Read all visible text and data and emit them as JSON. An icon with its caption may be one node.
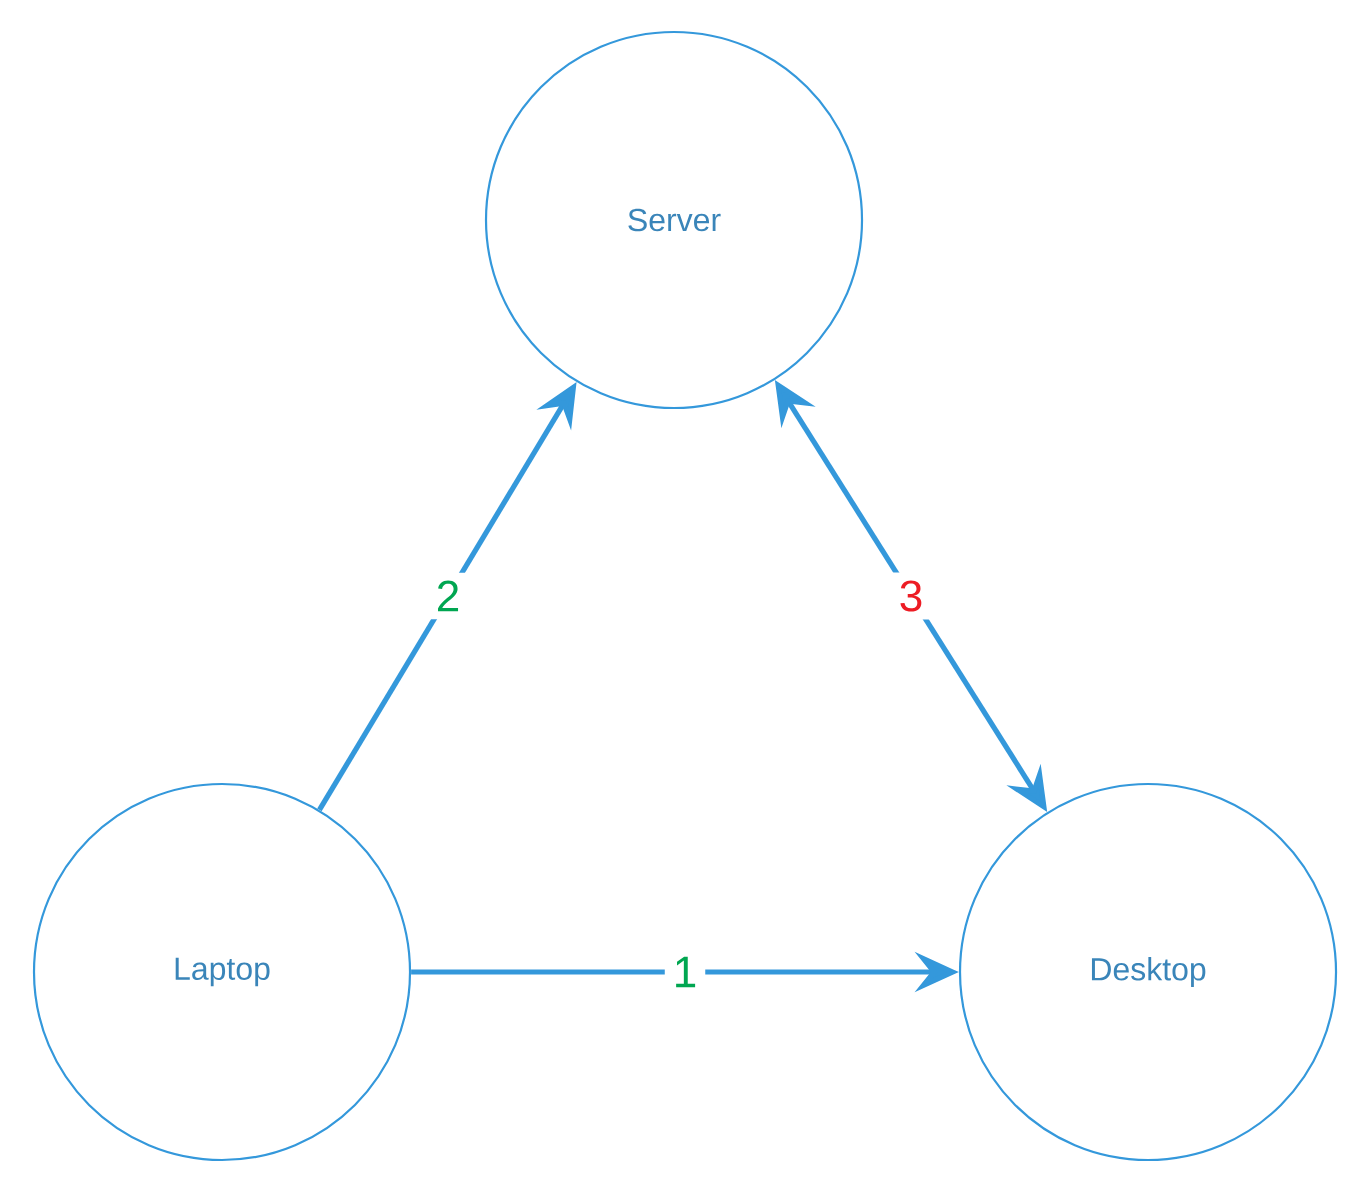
{
  "diagram": {
    "nodes": [
      {
        "text": [
          "Server"
        ]
      },
      {
        "text": [
          "Laptop"
        ]
      },
      {
        "text": [
          "Desktop"
        ]
      }
    ],
    "edges": [
      {
        "from": 1,
        "to": 2,
        "arrow": "to",
        "label": "1"
      },
      {
        "from": 1,
        "to": 0,
        "arrow": "to",
        "label": "2"
      },
      {
        "from": 0,
        "to": 2,
        "arrow": "both",
        "label": "3"
      }
    ]
  }
}
